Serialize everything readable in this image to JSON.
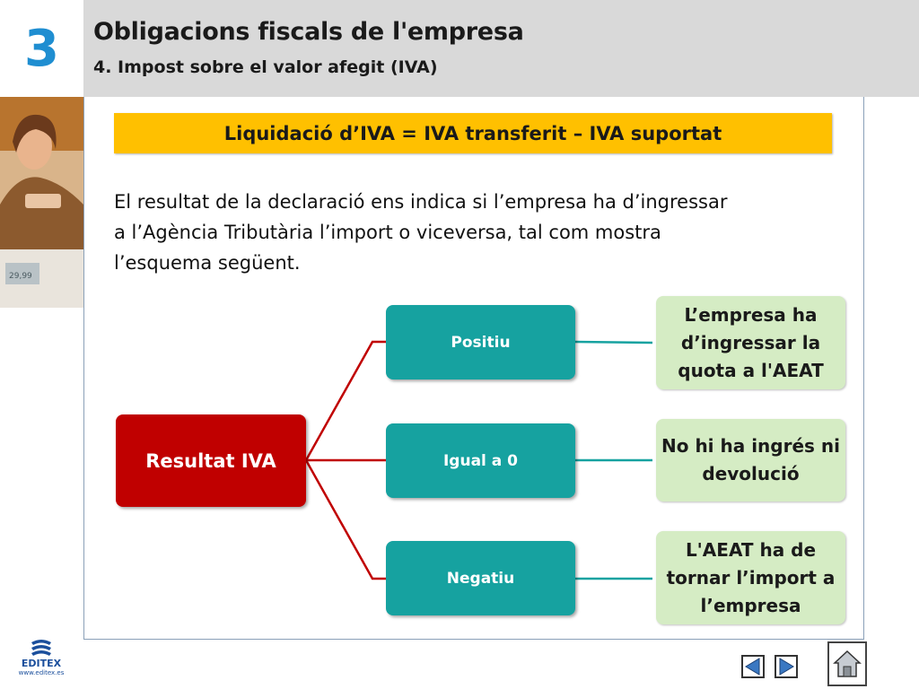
{
  "header": {
    "chapter_number": "3",
    "title": "Obligacions fiscals de l'empresa",
    "subtitle": "4. Impost sobre el valor afegit (IVA)"
  },
  "banner": {
    "formula": "Liquidació d’IVA = IVA transferit – IVA suportat"
  },
  "intro": {
    "lines": [
      "El resultat de la declaració ens indica si l’empresa ha d’ingressar",
      "a l’Agència Tributària l’import o viceversa, tal com mostra",
      "l’esquema següent."
    ]
  },
  "diagram": {
    "root": "Resultat IVA",
    "branches": [
      {
        "label": "Positiu",
        "outcome": "L’empresa ha d’ingressar la quota a l'AEAT"
      },
      {
        "label": "Igual a 0",
        "outcome": "No hi ha ingrés ni devolució"
      },
      {
        "label": "Negatiu",
        "outcome": "L'AEAT ha de tornar l’import a l’empresa"
      }
    ],
    "colors": {
      "root": "#c00000",
      "branch": "#16a2a0",
      "leaf": "#d5ecc4",
      "connector_root": "#c00000",
      "connector_leaf": "#16a2a0"
    }
  },
  "footer": {
    "logo_text": "EDITEX",
    "logo_url": "www.editex.es",
    "prev_icon": "triangle-left-icon",
    "next_icon": "triangle-right-icon",
    "home_icon": "home-icon"
  },
  "colors": {
    "accent_blue": "#1f8ed1",
    "banner_yellow": "#ffc000",
    "header_gray": "#d9d9d9"
  }
}
